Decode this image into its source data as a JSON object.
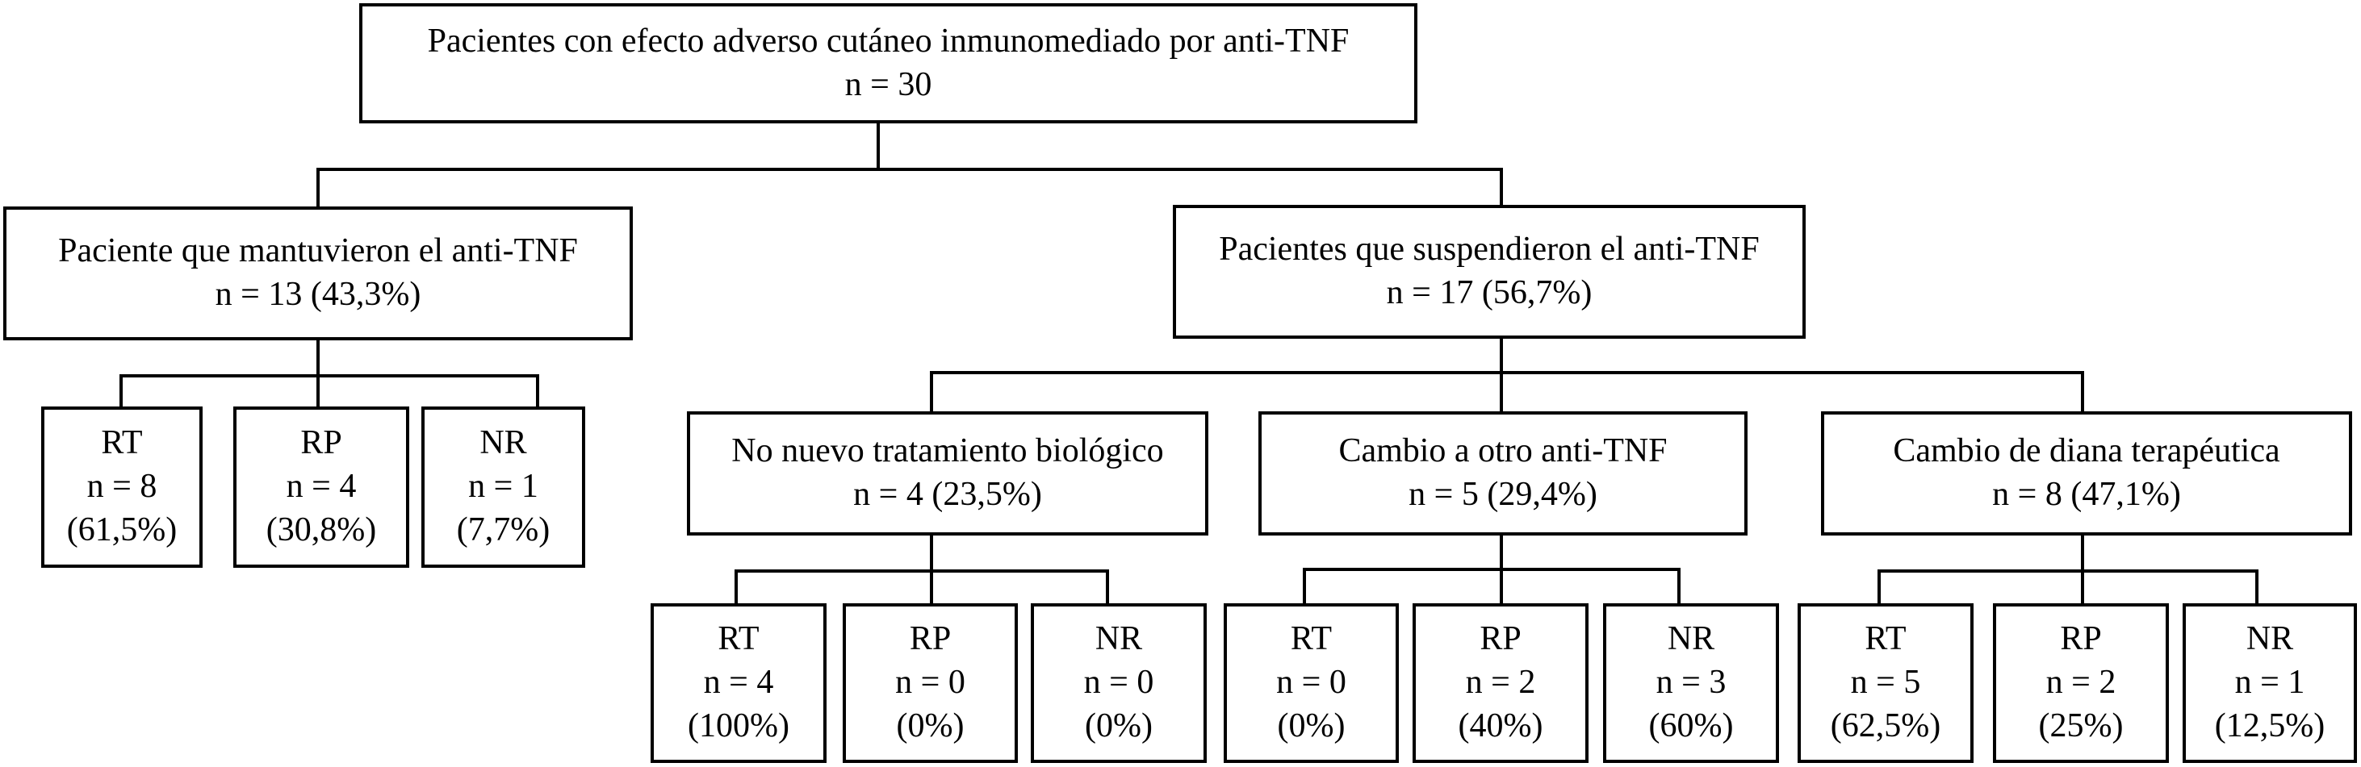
{
  "root": {
    "title": "Pacientes con efecto adverso cutáneo inmunomediado por anti-TNF",
    "count": "n = 30"
  },
  "maintained": {
    "title": "Paciente que mantuvieron el anti-TNF",
    "count": "n = 13 (43,3%)",
    "outcomes": [
      {
        "label": "RT",
        "n": "n = 8",
        "pct": "(61,5%)"
      },
      {
        "label": "RP",
        "n": "n = 4",
        "pct": "(30,8%)"
      },
      {
        "label": "NR",
        "n": "n = 1",
        "pct": "(7,7%)"
      }
    ]
  },
  "suspended": {
    "title": "Pacientes que suspendieron el anti-TNF",
    "count": "n = 17 (56,7%)",
    "groups": [
      {
        "title": "No nuevo tratamiento biológico",
        "count": "n = 4 (23,5%)",
        "outcomes": [
          {
            "label": "RT",
            "n": "n = 4",
            "pct": "(100%)"
          },
          {
            "label": "RP",
            "n": "n = 0",
            "pct": "(0%)"
          },
          {
            "label": "NR",
            "n": "n = 0",
            "pct": "(0%)"
          }
        ]
      },
      {
        "title": "Cambio a otro anti-TNF",
        "count": "n = 5 (29,4%)",
        "outcomes": [
          {
            "label": "RT",
            "n": "n = 0",
            "pct": "(0%)"
          },
          {
            "label": "RP",
            "n": "n = 2",
            "pct": "(40%)"
          },
          {
            "label": "NR",
            "n": "n = 3",
            "pct": "(60%)"
          }
        ]
      },
      {
        "title": "Cambio de diana terapéutica",
        "count": "n = 8 (47,1%)",
        "outcomes": [
          {
            "label": "RT",
            "n": "n = 5",
            "pct": "(62,5%)"
          },
          {
            "label": "RP",
            "n": "n = 2",
            "pct": "(25%)"
          },
          {
            "label": "NR",
            "n": "n = 1",
            "pct": "(12,5%)"
          }
        ]
      }
    ]
  }
}
